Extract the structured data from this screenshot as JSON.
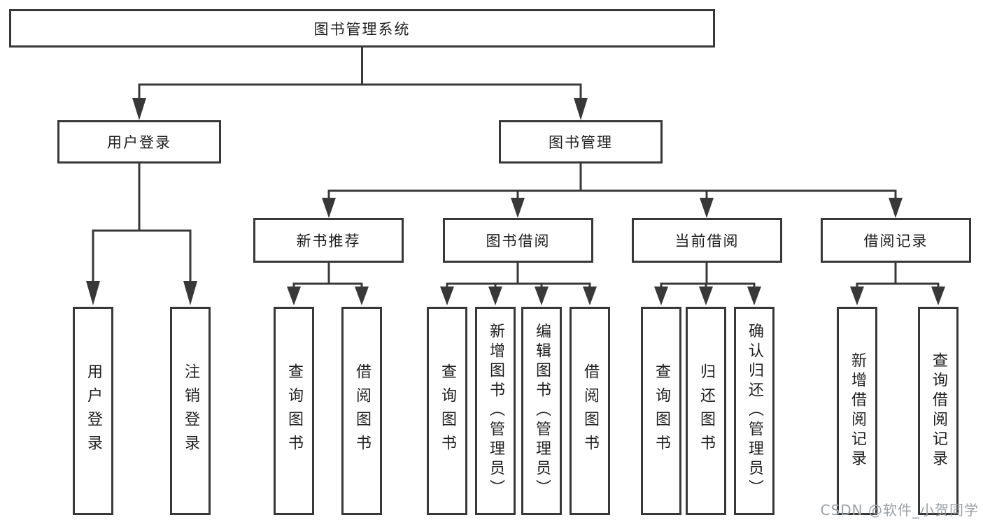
{
  "diagram": {
    "root": {
      "label": "图书管理系统"
    },
    "level2": [
      {
        "label": "用户登录"
      },
      {
        "label": "图书管理"
      }
    ],
    "level3": [
      {
        "label": "新书推荐"
      },
      {
        "label": "图书借阅"
      },
      {
        "label": "当前借阅"
      },
      {
        "label": "借阅记录"
      }
    ],
    "leaves": [
      {
        "label": "用户登录"
      },
      {
        "label": "注销登录"
      },
      {
        "label": "查询图书"
      },
      {
        "label": "借阅图书"
      },
      {
        "label": "查询图书"
      },
      {
        "label": "新增图书（管理员）"
      },
      {
        "label": "编辑图书（管理员）"
      },
      {
        "label": "借阅图书"
      },
      {
        "label": "查询图书"
      },
      {
        "label": "归还图书"
      },
      {
        "label": "确认归还（管理员）"
      },
      {
        "label": "新增借阅记录"
      },
      {
        "label": "查询借阅记录"
      }
    ]
  },
  "watermark": {
    "text": "CSDN @软件_小贺同学"
  },
  "colors": {
    "line": "#383838",
    "text": "#1f1f1f",
    "background": "#ffffff",
    "watermark": "#9ba1a6"
  }
}
